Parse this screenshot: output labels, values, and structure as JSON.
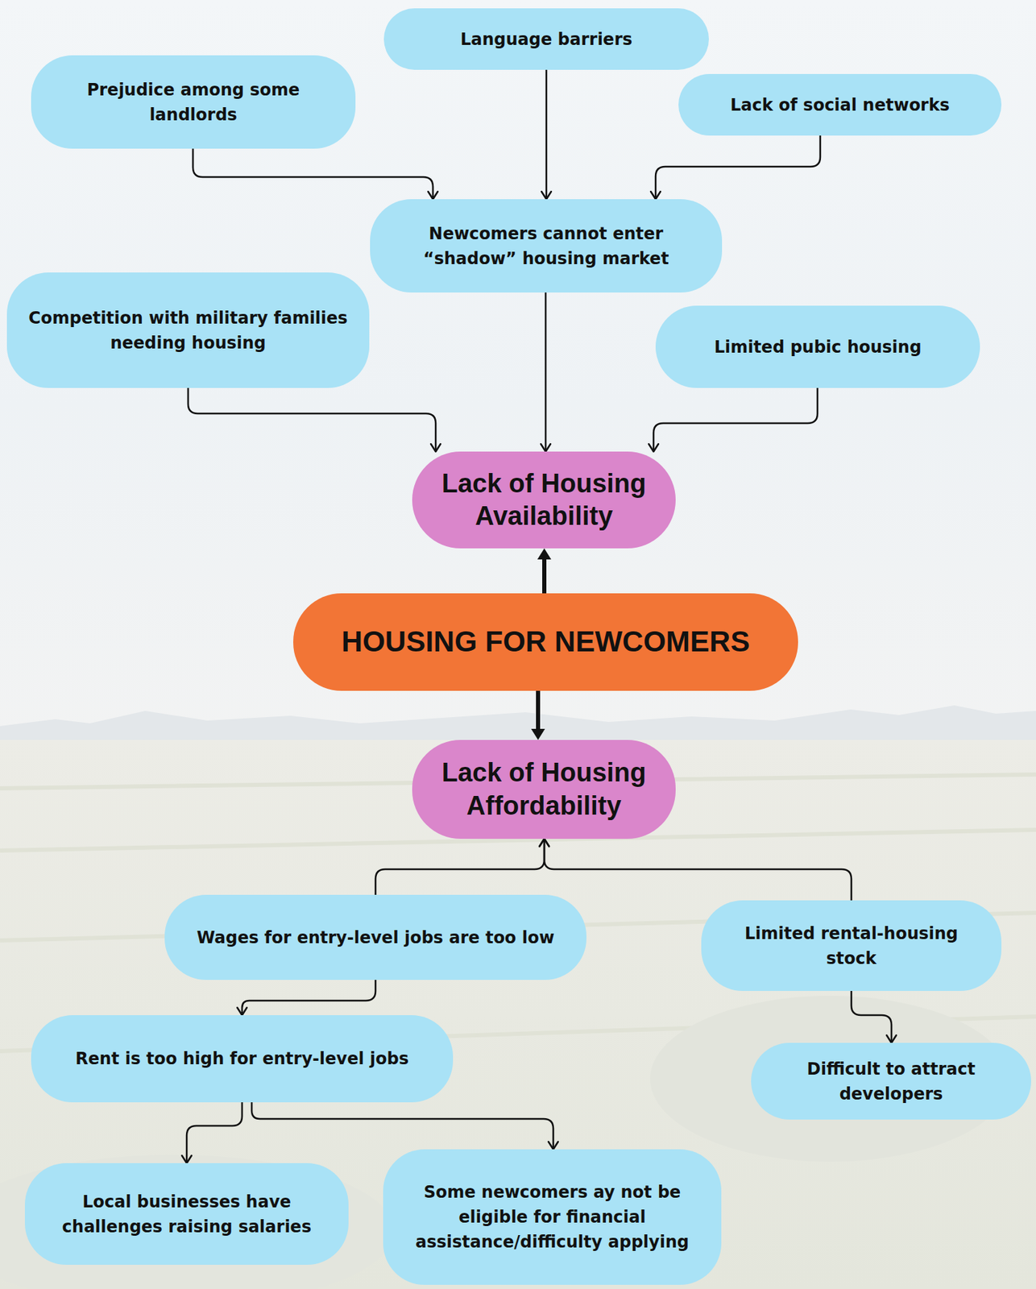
{
  "diagram": {
    "nodes": [
      {
        "text": [
          "Prejudice among some landlords"
        ]
      },
      {
        "text": [
          "Language barriers"
        ]
      },
      {
        "text": [
          "Lack of social networks"
        ]
      },
      {
        "text": [
          "Newcomers cannot enter “shadow” housing market"
        ]
      },
      {
        "text": [
          "Competition with military families needing housing"
        ]
      },
      {
        "text": [
          "Limited pubic housing"
        ]
      },
      {
        "text": [
          "Lack of Housing Availability"
        ]
      },
      {
        "text": [
          "HOUSING FOR NEWCOMERS"
        ]
      },
      {
        "text": [
          "Lack of Housing Affordability"
        ]
      },
      {
        "text": [
          "Wages for entry-level jobs are too low"
        ]
      },
      {
        "text": [
          "Limited rental-housing stock"
        ]
      },
      {
        "text": [
          "Rent is too high for entry-level jobs"
        ]
      },
      {
        "text": [
          "Difficult to attract developers"
        ]
      },
      {
        "text": [
          "Local businesses have challenges raising salaries"
        ]
      },
      {
        "text": [
          "Some newcomers ay not be eligible for financial assistance/difficulty applying"
        ]
      }
    ],
    "edges": [
      {
        "from": 0,
        "to": 3,
        "arrow": "to"
      },
      {
        "from": 1,
        "to": 3,
        "arrow": "to"
      },
      {
        "from": 2,
        "to": 3,
        "arrow": "to"
      },
      {
        "from": 3,
        "to": 6,
        "arrow": "to"
      },
      {
        "from": 4,
        "to": 6,
        "arrow": "to"
      },
      {
        "from": 5,
        "to": 6,
        "arrow": "to"
      },
      {
        "from": 7,
        "to": 6,
        "arrow": "to"
      },
      {
        "from": 7,
        "to": 8,
        "arrow": "to"
      },
      {
        "from": 9,
        "to": 8,
        "arrow": "to"
      },
      {
        "from": 10,
        "to": 8,
        "arrow": "to"
      },
      {
        "from": 9,
        "to": 11,
        "arrow": "to"
      },
      {
        "from": 10,
        "to": 12,
        "arrow": "to"
      },
      {
        "from": 11,
        "to": 13,
        "arrow": "to"
      },
      {
        "from": 11,
        "to": 14,
        "arrow": "to"
      }
    ]
  }
}
